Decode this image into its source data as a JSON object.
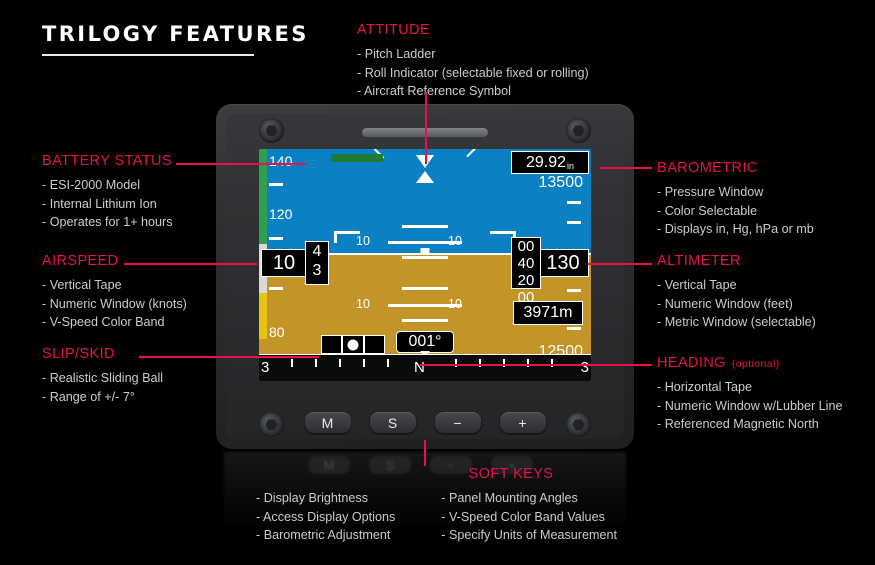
{
  "page": {
    "title": "TRILOGY FEATURES",
    "accent_color": "#e8114b",
    "background": "#000000"
  },
  "callouts": {
    "attitude": {
      "heading": "ATTITUDE",
      "items": [
        "- Pitch Ladder",
        "- Roll Indicator (selectable fixed or rolling)",
        "- Aircraft Reference Symbol"
      ]
    },
    "battery": {
      "heading": "BATTERY STATUS",
      "items": [
        "- ESI-2000 Model",
        "- Internal Lithium Ion",
        "- Operates for 1+ hours"
      ]
    },
    "airspeed": {
      "heading": "AIRSPEED",
      "items": [
        "- Vertical Tape",
        "- Numeric Window (knots)",
        "- V-Speed Color Band"
      ]
    },
    "slipskid": {
      "heading": "SLIP/SKID",
      "items": [
        "- Realistic Sliding Ball",
        "- Range of +/- 7°"
      ]
    },
    "barometric": {
      "heading": "BAROMETRIC",
      "items": [
        "- Pressure Window",
        "- Color Selectable",
        "- Displays in, Hg, hPa or mb"
      ]
    },
    "altimeter": {
      "heading": "ALTIMETER",
      "items": [
        "- Vertical Tape",
        "- Numeric Window (feet)",
        "- Metric Window (selectable)"
      ]
    },
    "heading": {
      "heading": "HEADING",
      "optional": "(optional)",
      "items": [
        "- Horizontal Tape",
        "- Numeric Window w/Lubber Line",
        "- Referenced Magnetic North"
      ]
    },
    "softkeys": {
      "heading": "SOFT KEYS",
      "items_left": [
        "- Display Brightness",
        "- Access Display Options",
        "- Barometric Adjustment"
      ],
      "items_right": [
        "- Panel Mounting Angles",
        "- V-Speed Color Band Values",
        "- Specify Units of Measurement"
      ]
    }
  },
  "display": {
    "airspeed": {
      "major_labels": [
        "140",
        "120",
        "80"
      ],
      "window_value": "10",
      "rolling_digits": [
        "4",
        "3"
      ],
      "band_green": "#2f9e4f",
      "band_yellow": "#e8c412",
      "vspeed_band_color": "#1f7a33"
    },
    "attitude": {
      "sky_color": "#0b81c4",
      "ground_color": "#c39427",
      "pitch_labels_upper": [
        "10",
        "10"
      ],
      "pitch_labels_lower": [
        "10",
        "10"
      ]
    },
    "barometric": {
      "value": "29.92",
      "units": "in"
    },
    "altimeter": {
      "tape_labels": [
        "13500",
        "12500"
      ],
      "window_value": "130",
      "rolling_digits": [
        "00",
        "40",
        "20",
        "00"
      ],
      "metric_value": "3971m"
    },
    "heading": {
      "value": "001°",
      "cardinal": "N",
      "left_label": "3",
      "right_label": "3"
    }
  },
  "bezel": {
    "buttons": [
      "M",
      "S",
      "−",
      "+"
    ]
  }
}
